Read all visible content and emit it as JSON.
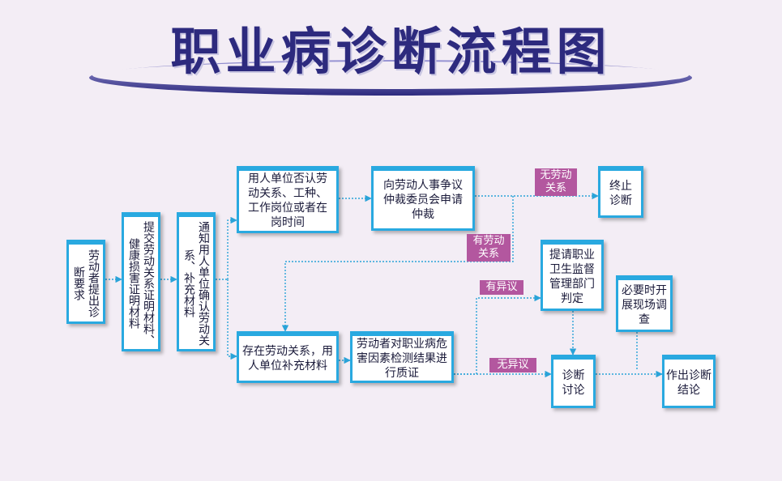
{
  "title": "职业病诊断流程图",
  "nodes": {
    "apply": "劳动者提出诊断要求",
    "submit": "提交劳动关系证明材料、健康损害证明材料",
    "notify": "通知用人单位确认劳动关系、补充材料",
    "deny": "用人单位否认劳动关系、工种、工作岗位或者在岗时间",
    "arbitration": "向劳动人事争议仲裁委员会申请仲裁",
    "terminate": "终止诊断",
    "exists": "存在劳动关系，用人单位补充材料",
    "crossexam": "劳动者对职业病危害因素检测结果进行质证",
    "supervision": "提请职业卫生监督管理部门判定",
    "survey": "必要时开展现场调查",
    "discuss": "诊断讨论",
    "conclude": "作出诊断结论"
  },
  "tags": {
    "no_relation": "无劳动关系",
    "has_relation": "有劳动关系",
    "objection": "有异议",
    "no_objection": "无异议"
  },
  "colors": {
    "title": "#2d2a7e",
    "box_border": "#29a9e0",
    "tag": "#b3579f",
    "arrow": "#2aa3d8"
  }
}
